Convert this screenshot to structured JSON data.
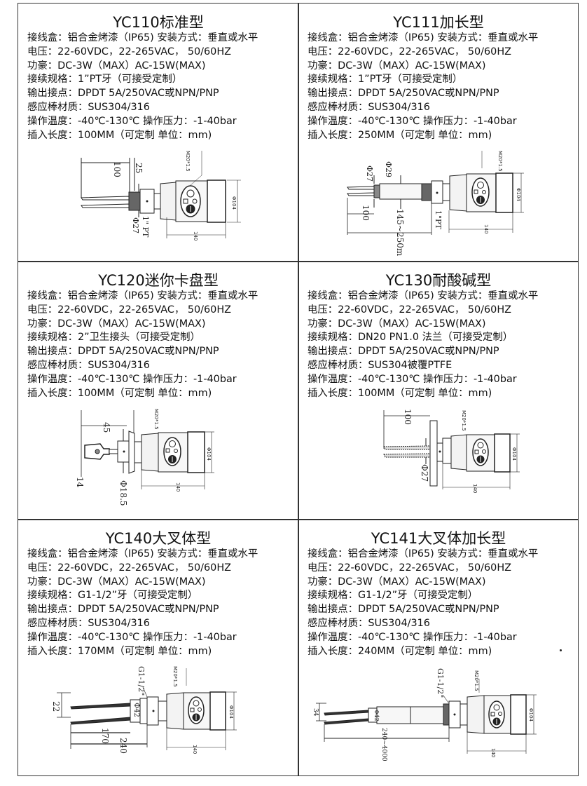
{
  "common_labels": {
    "housing": "接线盒：铝合金烤漆（IP65) 安装方式：垂直或水平",
    "voltage": "电压：22-60VDC，22-265VAC， 50/60HZ",
    "power": "功豪：DC-3W（MAX）AC-15W(MAX)",
    "output": "输出接点：DPDT 5A/250VAC或NPN/PNP",
    "temp_pressure": "操作温度：-40℃-130℃   操作压力：-1-40bar"
  },
  "products": [
    {
      "model": "YC110标准型",
      "specs": [
        "接线盒：铝合金烤漆（IP65) 安装方式：垂直或水平",
        "电压：22-60VDC，22-265VAC， 50/60HZ",
        "功豪：DC-3W（MAX）AC-15W(MAX)",
        "接续规格：1”PT牙（可接受定制）",
        "输出接点：DPDT 5A/250VAC或NPN/PNP",
        "感应棒材质：SUS304/316",
        "操作温度：-40℃-130℃   操作压力：-1-40bar",
        "插入长度：100MM（可定制 单位：mm)"
      ],
      "drawing": {
        "dims": [
          "100",
          "25",
          "M20*1.5",
          "Φ104",
          "1\" PT",
          "Φ27",
          "140"
        ]
      }
    },
    {
      "model": "YC111加长型",
      "specs": [
        "接线盒：铝合金烤漆（IP65) 安装方式：垂直或水平",
        "电压：22-60VDC，22-265VAC， 50/60HZ",
        "功豪：DC-3W（MAX）AC-15W(MAX)",
        "接续规格：1”PT牙（可接受定制）",
        "输出接点：DPDT 5A/250VAC或NPN/PNP",
        "感应棒材质：SUS304/316",
        "操作温度：-40℃-130℃   操作压力：-1-40bar",
        "插入长度：250MM（可定制 单位：mm)"
      ],
      "drawing": {
        "dims": [
          "Φ27",
          "Φ29",
          "M20*1.5",
          "Φ104",
          "100",
          "145~250mm",
          "1\"PT",
          "140"
        ]
      }
    },
    {
      "model": "YC120迷你卡盘型",
      "specs": [
        "接线盒：铝合金烤漆（IP65) 安装方式：垂直或水平",
        "电压：22-60VDC，22-265VAC， 50/60HZ",
        "功豪：DC-3W（MAX）AC-15W(MAX)",
        "接续规格：2”卫生接头（可接受定制）",
        "输出接点：DPDT 5A/250VAC或NPN/PNP",
        "感应棒材质：SUS304/316",
        "操作温度：-40℃-130℃   操作压力：-1-40bar",
        "插入长度：100MM（可定制 单位：mm)"
      ],
      "drawing": {
        "dims": [
          "45",
          "M20*1.5",
          "Φ104",
          "14",
          "Φ18.5",
          "140"
        ]
      }
    },
    {
      "model": "YC130耐酸碱型",
      "specs": [
        "接线盒：铝合金烤漆（IP65) 安装方式：垂直或水平",
        "电压：22-60VDC，22-265VAC， 50/60HZ",
        "功豪：DC-3W（MAX）AC-15W(MAX)",
        "接续规格：DN20 PN1.0 法兰（可接受定制）",
        "输出接点：DPDT 5A/250VAC或NPN/PNP",
        "感应棒材质：SUS304被覆PTFE",
        "操作温度：-40℃-130℃   操作压力：-1-40bar",
        "插入长度：100MM（可定制 单位：mm)"
      ],
      "drawing": {
        "dims": [
          "100",
          "M20*1.5",
          "Φ104",
          "Φ27",
          "140"
        ]
      }
    },
    {
      "model": "YC140大叉体型",
      "specs": [
        "接线盒：铝合金烤漆（IP65) 安装方式：垂直或水平",
        "电压：22-60VDC，22-265VAC， 50/60HZ",
        "功豪：DC-3W（MAX）AC-15W(MAX)",
        "接续规格：G1-1/2”牙（可接受定制）",
        "输出接点：DPDT 5A/250VAC或NPN/PNP",
        "感应棒材质：SUS304/316",
        "操作温度：-40℃-130℃   操作压力：-1-40bar",
        "插入长度：170MM（可定制 单位：mm)"
      ],
      "drawing": {
        "dims": [
          "G1-1/2\"",
          "M20*1.5",
          "Φ104",
          "22",
          "Φ42",
          "170",
          "240",
          "140"
        ]
      }
    },
    {
      "model": "YC141大叉体加长型",
      "specs": [
        "接线盒：铝合金烤漆（IP65) 安装方式：垂直或水平",
        "电压：22-60VDC，22-265VAC， 50/60HZ",
        "功豪：DC-3W（MAX）AC-15W(MAX)",
        "接续规格：G1-1/2”牙（可接受定制）",
        "输出接点：DPDT 5A/250VAC或NPN/PNP",
        "感应棒材质：SUS304/316",
        "操作温度：-40℃-130℃   操作压力：-1-40bar",
        "插入长度：240MM（可定制 单位：mm)"
      ],
      "drawing": {
        "dims": [
          "G1-1/2\"",
          "M20*1.5",
          "Φ104",
          "34",
          "Φ42",
          "240~4000",
          "140"
        ]
      }
    }
  ],
  "colors": {
    "border": "#333333",
    "text": "#111111",
    "drawing_line": "#222222",
    "housing_fill": "#f7f7f7"
  }
}
